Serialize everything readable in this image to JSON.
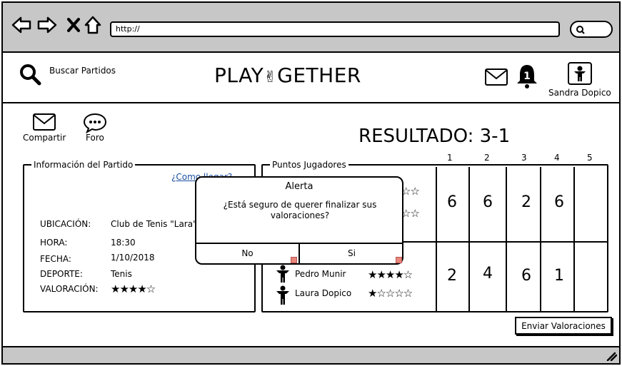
{
  "browser": {
    "url": "http://"
  },
  "header": {
    "search_label": "Buscar Partidos",
    "logo_left": "PLAY",
    "logo_symbol": "✌",
    "logo_right": "GETHER",
    "notification_count": "1",
    "user_name": "Sandra Dopico"
  },
  "actions": {
    "share_label": "Compartir",
    "forum_label": "Foro"
  },
  "result": {
    "label": "RESULTADO:",
    "score": "3-1"
  },
  "info": {
    "legend": "Información del Partido",
    "link": "¿Como llegar?",
    "rows": [
      {
        "label": "UBICACIÓN:",
        "value": "Club de Tenis \"Lara\""
      },
      {
        "label": "HORA:",
        "value": "18:30"
      },
      {
        "label": "FECHA:",
        "value": "1/10/2018"
      },
      {
        "label": "DEPORTE:",
        "value": "Tenis"
      },
      {
        "label": "VALORACIÓN:",
        "value": "★★★★☆"
      }
    ],
    "rating": 4
  },
  "points": {
    "legend": "Puntos Jugadores",
    "sets": [
      "1",
      "2",
      "3",
      "4",
      "5"
    ],
    "team1_scores": [
      "6",
      "6",
      "2",
      "6",
      ""
    ],
    "team2_scores": [
      "2",
      "4",
      "6",
      "1",
      ""
    ],
    "team1_stars": [
      "☆☆",
      "☆☆"
    ],
    "players": [
      {
        "name": "Pedro Munir",
        "stars": "★★★★☆",
        "rating": 4
      },
      {
        "name": "Laura Dopico",
        "stars": "★☆☆☆☆",
        "rating": 1
      }
    ]
  },
  "dialog": {
    "title": "Alerta",
    "message": "¿Está seguro de querer finalizar sus valoraciones?",
    "no_label": "No",
    "yes_label": "Si"
  },
  "footer": {
    "send_label": "Enviar Valoraciones"
  }
}
